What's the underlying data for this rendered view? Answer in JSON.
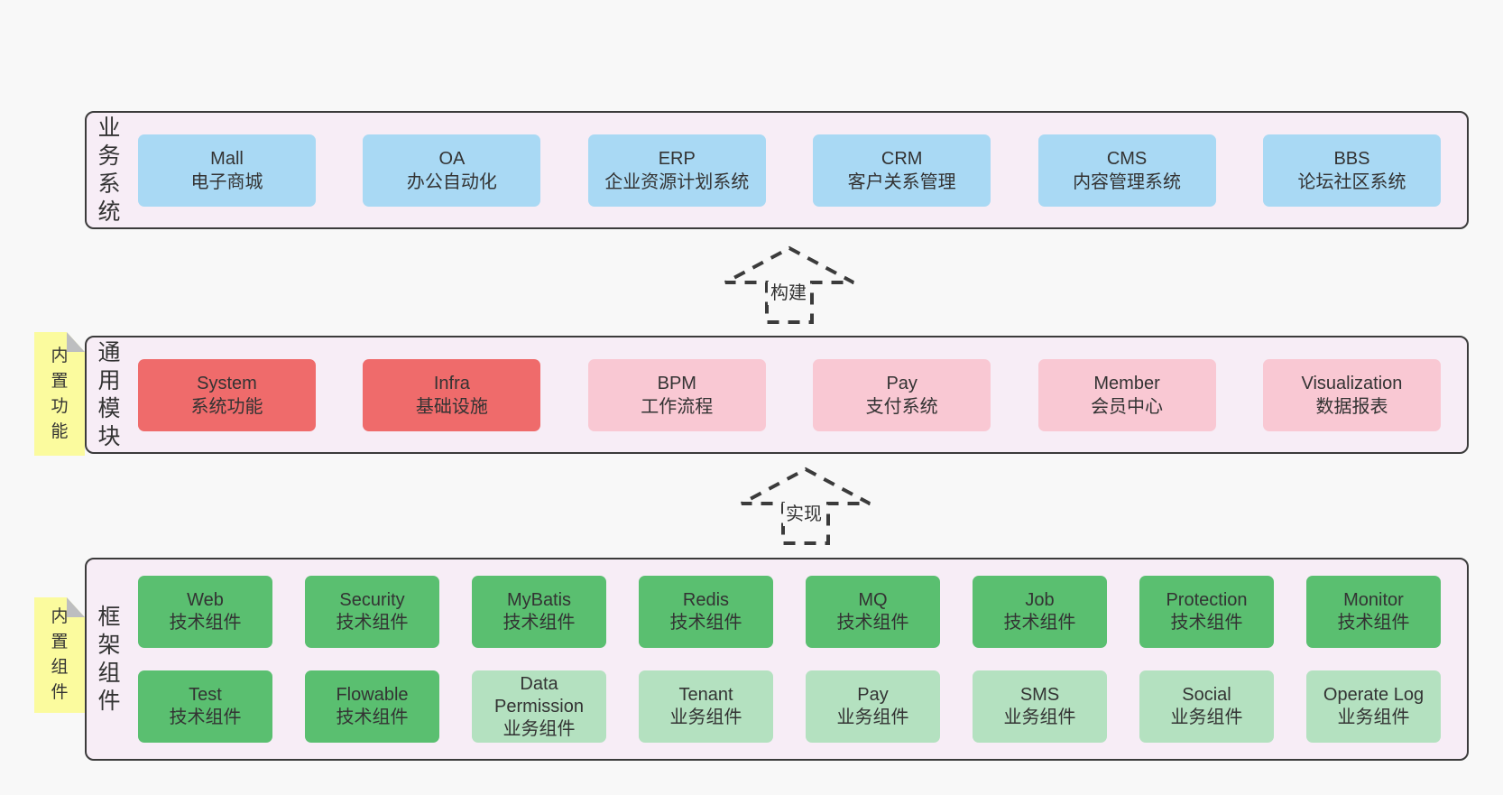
{
  "colors": {
    "page_bg": "#f8f8f8",
    "band_bg": "#f7edf6",
    "band_border": "#3b3b3b",
    "box_blue": "#a9d9f4",
    "box_red": "#ef6b6b",
    "box_pink": "#f9c8d3",
    "box_green": "#5abf70",
    "box_green_light": "#b4e1c0",
    "sticky_yellow": "#fbfb9e",
    "sticky_fold": "#bdbec0",
    "text": "#333333"
  },
  "arrows": [
    {
      "label": "构建"
    },
    {
      "label": "实现"
    }
  ],
  "stickies": [
    {
      "label": "内置功能"
    },
    {
      "label": "内置组件"
    }
  ],
  "bands": [
    {
      "label": "业务系统",
      "rows": [
        [
          {
            "title": "Mall",
            "subtitle": "电子商城",
            "variant": "blue"
          },
          {
            "title": "OA",
            "subtitle": "办公自动化",
            "variant": "blue"
          },
          {
            "title": "ERP",
            "subtitle": "企业资源计划系统",
            "variant": "blue"
          },
          {
            "title": "CRM",
            "subtitle": "客户关系管理",
            "variant": "blue"
          },
          {
            "title": "CMS",
            "subtitle": "内容管理系统",
            "variant": "blue"
          },
          {
            "title": "BBS",
            "subtitle": "论坛社区系统",
            "variant": "blue"
          }
        ]
      ]
    },
    {
      "label": "通用模块",
      "rows": [
        [
          {
            "title": "System",
            "subtitle": "系统功能",
            "variant": "red"
          },
          {
            "title": "Infra",
            "subtitle": "基础设施",
            "variant": "red"
          },
          {
            "title": "BPM",
            "subtitle": "工作流程",
            "variant": "pink"
          },
          {
            "title": "Pay",
            "subtitle": "支付系统",
            "variant": "pink"
          },
          {
            "title": "Member",
            "subtitle": "会员中心",
            "variant": "pink"
          },
          {
            "title": "Visualization",
            "subtitle": "数据报表",
            "variant": "pink"
          }
        ]
      ]
    },
    {
      "label": "框架组件",
      "rows": [
        [
          {
            "title": "Web",
            "subtitle": "技术组件",
            "variant": "green"
          },
          {
            "title": "Security",
            "subtitle": "技术组件",
            "variant": "green"
          },
          {
            "title": "MyBatis",
            "subtitle": "技术组件",
            "variant": "green"
          },
          {
            "title": "Redis",
            "subtitle": "技术组件",
            "variant": "green"
          },
          {
            "title": "MQ",
            "subtitle": "技术组件",
            "variant": "green"
          },
          {
            "title": "Job",
            "subtitle": "技术组件",
            "variant": "green"
          },
          {
            "title": "Protection",
            "subtitle": "技术组件",
            "variant": "green"
          },
          {
            "title": "Monitor",
            "subtitle": "技术组件",
            "variant": "green"
          }
        ],
        [
          {
            "title": "Test",
            "subtitle": "技术组件",
            "variant": "green"
          },
          {
            "title": "Flowable",
            "subtitle": "技术组件",
            "variant": "green"
          },
          {
            "title": "Data Permission",
            "subtitle": "业务组件",
            "variant": "green-light"
          },
          {
            "title": "Tenant",
            "subtitle": "业务组件",
            "variant": "green-light"
          },
          {
            "title": "Pay",
            "subtitle": "业务组件",
            "variant": "green-light"
          },
          {
            "title": "SMS",
            "subtitle": "业务组件",
            "variant": "green-light"
          },
          {
            "title": "Social",
            "subtitle": "业务组件",
            "variant": "green-light"
          },
          {
            "title": "Operate Log",
            "subtitle": "业务组件",
            "variant": "green-light"
          }
        ]
      ]
    }
  ]
}
